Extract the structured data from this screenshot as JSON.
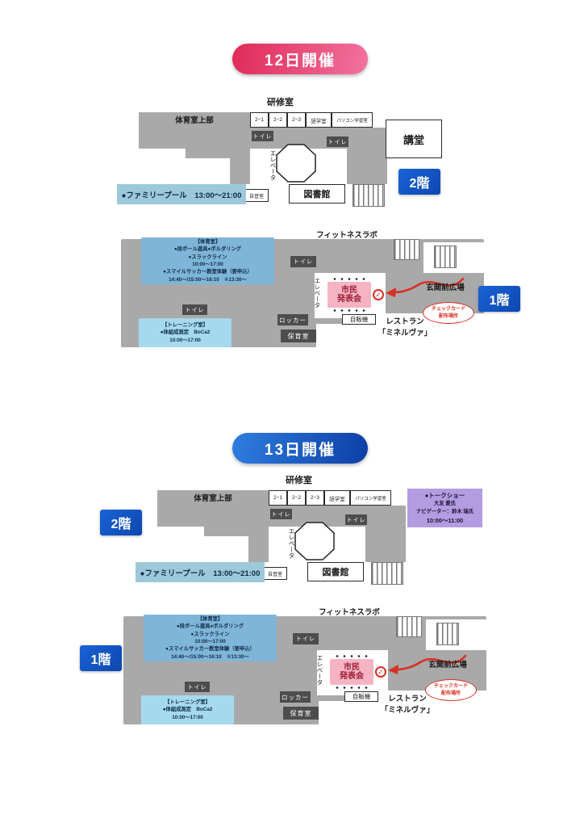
{
  "colors": {
    "day12_accent": "#e02a58",
    "day13_accent": "#2f7de0",
    "floor_badge_blue": "#1158c7",
    "map_gray": "#a9a9a9",
    "dark_room": "#4d4d4d",
    "gym_event_blue": "#7fb5d8",
    "training_event_blue": "#a5d9ee",
    "pool_banner_blue": "#9cc9da",
    "civic_pink": "#f5b3c3",
    "talkshow_purple": "#b39ce0",
    "marker_red": "#d93025"
  },
  "badges": {
    "day12": "12日開催",
    "day13": "13日開催",
    "floor2": "2階",
    "floor1": "1階"
  },
  "floor2": {
    "kenshushitsu": "研修室",
    "gym_upper": "体育室上部",
    "rooms": [
      "2−1",
      "2−2",
      "2−3",
      "語学室",
      "パソコン学習室"
    ],
    "toilet": "トイレ",
    "auditorium": "講堂",
    "elevator": "エレベータ",
    "library": "図書館",
    "study_room": "自習室",
    "family_pool": "●ファミリープール　13:00〜21:00"
  },
  "floor1": {
    "fitness_lab": "フィットネスラボ",
    "gym_events": [
      "【体育室】",
      "●段ボール遊具●ボルダリング",
      "●スラックライン",
      "10:00〜17:00",
      "●スマイルサッカー教室体験（要申込）",
      "14:40〜/15:00〜16:10　①13:30〜"
    ],
    "toilet": "トイレ",
    "elevator": "エレベータ",
    "civic_presentation": [
      "市民",
      "発表会"
    ],
    "entrance_plaza": "玄関前広場",
    "check_card": [
      "チェックカード",
      "配布場所"
    ],
    "locker": "ロッカー",
    "vending": "自販機",
    "nursery": "保育室",
    "restaurant": [
      "レストラン",
      "「ミネルヴァ」"
    ],
    "training_room": [
      "【トレーニング室】",
      "●体組成測定　BoCa2",
      "10:00〜17:00"
    ],
    "check_mark": "✓"
  },
  "day13": {
    "talkshow": [
      "●トークショー",
      "大友 愛氏",
      "ナビゲーター：鈴木 瑞氏",
      "10:00〜11:00"
    ]
  }
}
